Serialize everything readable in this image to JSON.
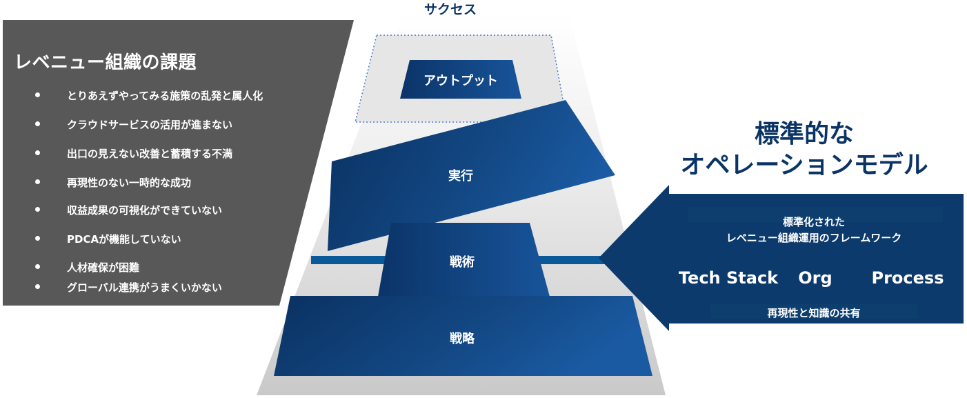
{
  "pyramid": {
    "top_label": "サクセス",
    "output_label": "アウトプット",
    "execution_label": "実行",
    "tactics_label": "戦術",
    "strategy_label": "戦略"
  },
  "issues_panel": {
    "title": "レベニュー組織の課題",
    "items": [
      "とりあえずやってみる施策の乱発と属人化",
      "クラウドサービスの活用が進まない",
      "出口の見えない改善と蓄積する不満",
      "再現性のない一時的な成功",
      "収益成果の可視化ができていない",
      "PDCAが機能していない",
      "人材確保が困難",
      "グローバル連携がうまくいかない"
    ]
  },
  "operation_model": {
    "title_line1": "標準的な",
    "title_line2": "オペレーションモデル",
    "framework_line1": "標準化された",
    "framework_line2": "レベニュー組織運用のフレームワーク",
    "pillars": [
      "Tech Stack",
      "Org",
      "Process"
    ],
    "footer": "再現性と知識の共有"
  },
  "colors": {
    "panel_gray": "#585858",
    "navy_dark": "#0a3161",
    "navy_mid": "#154c8f",
    "navy_text": "#0b3466",
    "arrow_box": "#0d3a6c",
    "connector": "#0a5a9a"
  }
}
